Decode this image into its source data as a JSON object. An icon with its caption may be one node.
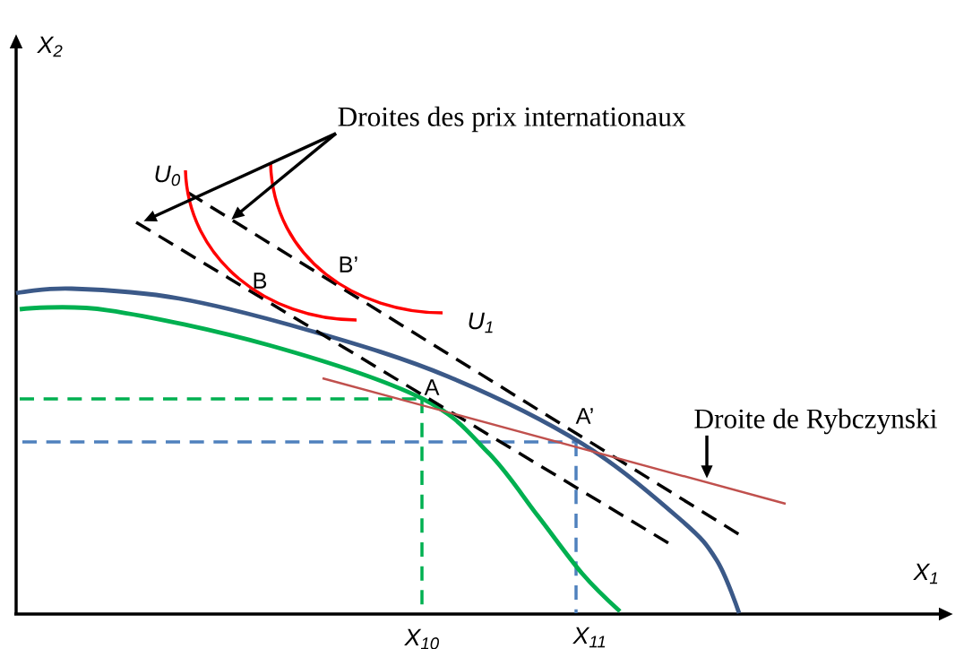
{
  "diagram": {
    "nodes": [
      {
        "text": [
          "Droites des prix internationaux"
        ]
      },
      {
        "text": [
          "Droite de Rybczynski"
        ]
      }
    ],
    "edges": [
      {
        "from": 0,
        "to": null,
        "arrow": "to"
      },
      {
        "from": 0,
        "to": null,
        "arrow": "to"
      },
      {
        "from": 1,
        "to": null,
        "arrow": "to"
      }
    ],
    "labels": [
      "X$_{2}$",
      "U$_{0}$",
      "B’",
      "B",
      "U$_{1}$",
      "A",
      "A’",
      "X$_{1}$",
      "X$_{10}$",
      "X$_{11}$"
    ]
  }
}
